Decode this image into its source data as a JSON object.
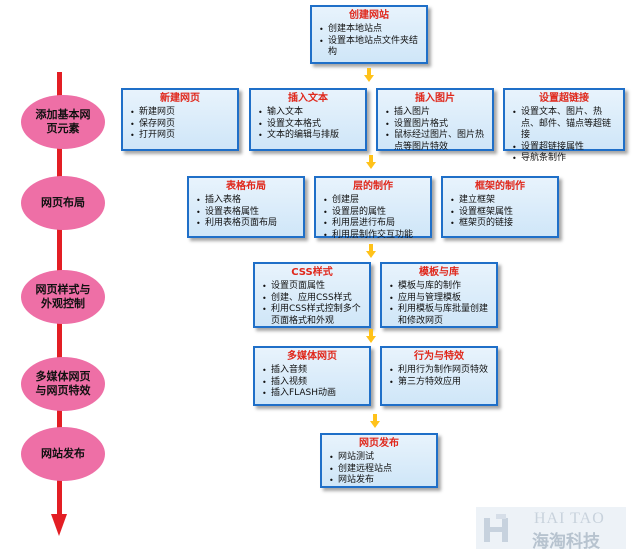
{
  "stages": [
    {
      "label": "添加基本网页元素"
    },
    {
      "label": "网页布局"
    },
    {
      "label": "网页样式与外观控制"
    },
    {
      "label": "多媒体网页与网页特效"
    },
    {
      "label": "网站发布"
    }
  ],
  "boxes": {
    "create_site": {
      "title": "创建网站",
      "items": [
        "创建本地站点",
        "设置本地站点文件夹结构"
      ]
    },
    "new_page": {
      "title": "新建网页",
      "items": [
        "新建网页",
        "保存网页",
        "打开网页"
      ]
    },
    "insert_text": {
      "title": "插入文本",
      "items": [
        "输入文本",
        "设置文本格式",
        "文本的编辑与排版"
      ]
    },
    "insert_image": {
      "title": "插入图片",
      "items": [
        "插入图片",
        "设置图片格式",
        "鼠标经过图片、图片热点等图片特效"
      ]
    },
    "hyperlink": {
      "title": "设置超链接",
      "items": [
        "设置文本、图片、热点、邮件、锚点等超链接",
        "设置超链接属性",
        "导航条制作"
      ]
    },
    "table_layout": {
      "title": "表格布局",
      "items": [
        "插入表格",
        "设置表格属性",
        "利用表格页面布局"
      ]
    },
    "layers": {
      "title": "层的制作",
      "items": [
        "创建层",
        "设置层的属性",
        "利用层进行布局",
        "利用层制作交互功能"
      ]
    },
    "frames": {
      "title": "框架的制作",
      "items": [
        "建立框架",
        "设置框架属性",
        "框架页的链接"
      ]
    },
    "css": {
      "title": "CSS样式",
      "items": [
        "设置页面属性",
        "创建、应用CSS样式",
        "利用CSS样式控制多个页面格式和外观"
      ]
    },
    "templates": {
      "title": "模板与库",
      "items": [
        "模板与库的制作",
        "应用与管理模板",
        "利用模板与库批量创建和修改网页"
      ]
    },
    "multimedia": {
      "title": "多媒体网页",
      "items": [
        "插入音频",
        "插入视频",
        "插入FLASH动画"
      ]
    },
    "behaviors": {
      "title": "行为与特效",
      "items": [
        "利用行为制作网页特效",
        "第三方特效应用"
      ]
    },
    "publish": {
      "title": "网页发布",
      "items": [
        "网站测试",
        "创建远程站点",
        "网站发布"
      ]
    }
  },
  "watermark": {
    "en": "HAI TAO",
    "cn": "海淘科技"
  },
  "colors": {
    "accent": "#e0281c",
    "border": "#1f6fc8",
    "arrow": "#ffc21a",
    "timeline": "#e31e24",
    "ellipse": "#ee6fa6"
  }
}
